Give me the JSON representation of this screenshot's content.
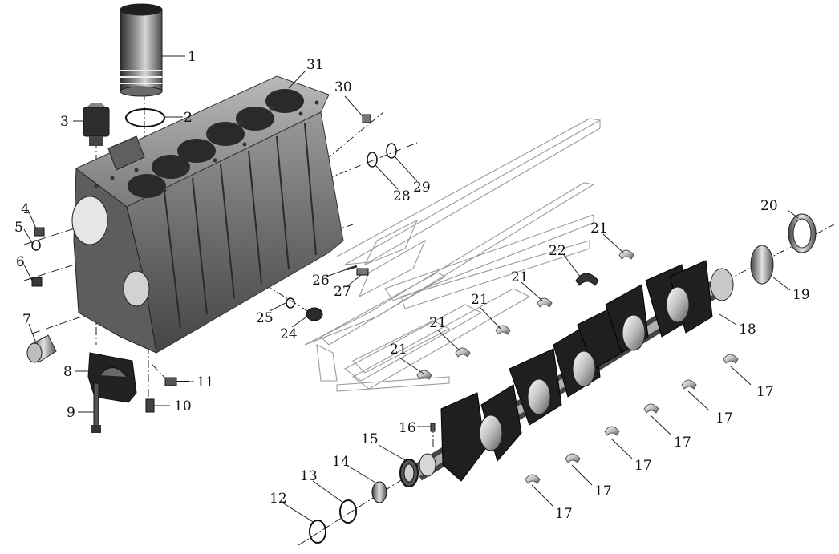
{
  "diagram": {
    "callouts": [
      {
        "id": "c1",
        "label": "1"
      },
      {
        "id": "c2",
        "label": "2"
      },
      {
        "id": "c3",
        "label": "3"
      },
      {
        "id": "c4",
        "label": "4"
      },
      {
        "id": "c5",
        "label": "5"
      },
      {
        "id": "c6",
        "label": "6"
      },
      {
        "id": "c7",
        "label": "7"
      },
      {
        "id": "c8",
        "label": "8"
      },
      {
        "id": "c9",
        "label": "9"
      },
      {
        "id": "c10",
        "label": "10"
      },
      {
        "id": "c11",
        "label": "11"
      },
      {
        "id": "c12",
        "label": "12"
      },
      {
        "id": "c13",
        "label": "13"
      },
      {
        "id": "c14",
        "label": "14"
      },
      {
        "id": "c15",
        "label": "15"
      },
      {
        "id": "c16",
        "label": "16"
      },
      {
        "id": "c17a",
        "label": "17"
      },
      {
        "id": "c17b",
        "label": "17"
      },
      {
        "id": "c17c",
        "label": "17"
      },
      {
        "id": "c17d",
        "label": "17"
      },
      {
        "id": "c17e",
        "label": "17"
      },
      {
        "id": "c17f",
        "label": "17"
      },
      {
        "id": "c18",
        "label": "18"
      },
      {
        "id": "c19",
        "label": "19"
      },
      {
        "id": "c20",
        "label": "20"
      },
      {
        "id": "c21a",
        "label": "21"
      },
      {
        "id": "c21b",
        "label": "21"
      },
      {
        "id": "c21c",
        "label": "21"
      },
      {
        "id": "c21d",
        "label": "21"
      },
      {
        "id": "c21e",
        "label": "21"
      },
      {
        "id": "c22",
        "label": "22"
      },
      {
        "id": "c24",
        "label": "24"
      },
      {
        "id": "c25",
        "label": "25"
      },
      {
        "id": "c26",
        "label": "26"
      },
      {
        "id": "c27",
        "label": "27"
      },
      {
        "id": "c28",
        "label": "28"
      },
      {
        "id": "c29",
        "label": "29"
      },
      {
        "id": "c30",
        "label": "30"
      },
      {
        "id": "c31",
        "label": "31"
      }
    ]
  },
  "colors": {
    "ink": "#111111",
    "metal_dark": "#3a3a3a",
    "metal_mid": "#7c7c7c",
    "metal_light": "#c8c8c8",
    "ghost_lines": "#9a9a9a"
  }
}
